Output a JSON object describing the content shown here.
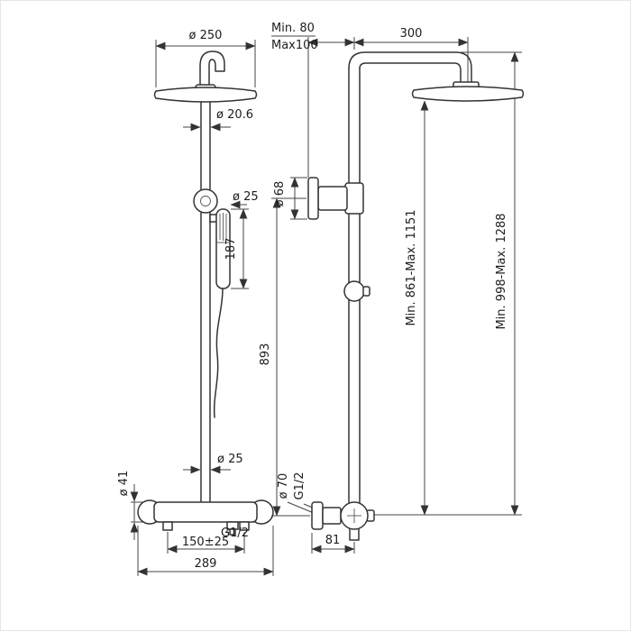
{
  "front_view": {
    "dims": {
      "head_diameter": "ø 250",
      "pipe_diameter": "ø 20.6",
      "handset_diameter": "ø 25",
      "handset_length": "187",
      "riser_diameter": "ø 25",
      "body_diameter": "ø 41",
      "outlet_thread": "G1/2",
      "inlet_spacing": "150±25",
      "overall_width": "289"
    }
  },
  "side_view": {
    "dims": {
      "wall_distance_min": "Min. 80",
      "wall_distance_max": "Max100",
      "arm_projection": "300",
      "bracket_diameter": "ø 68",
      "riser_length": "893",
      "height_handshower_range": "Min. 861-Max. 1151",
      "height_overall_range": "Min. 998-Max. 1288",
      "mixer_diameter": "ø 70",
      "inlet_thread": "G1/2",
      "body_depth": "81"
    }
  },
  "colors": {
    "line": "#333333",
    "dimension": "#444444",
    "background": "#ffffff"
  }
}
